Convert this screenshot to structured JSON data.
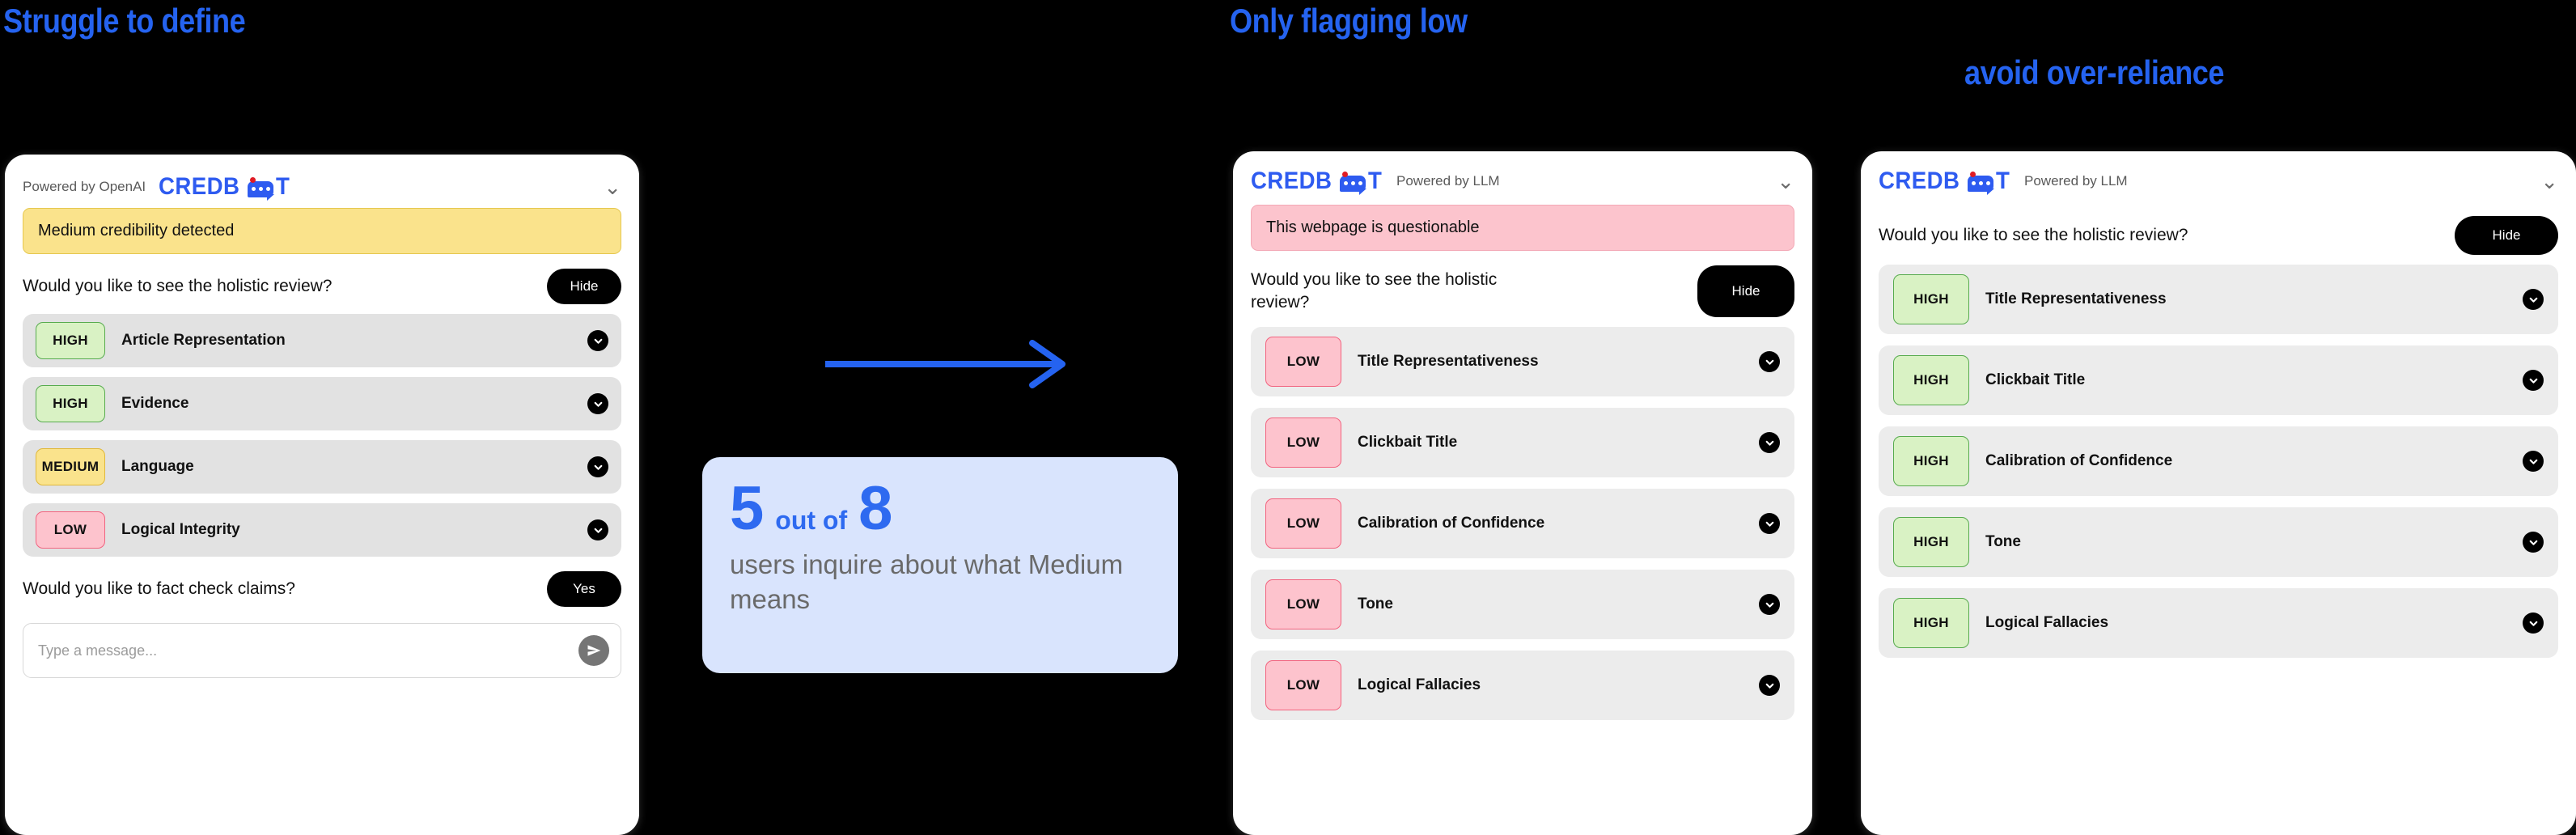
{
  "annotations": [
    {
      "id": "annot-1",
      "text": "Struggle to define"
    },
    {
      "id": "annot-2",
      "text": "Only flagging low"
    },
    {
      "id": "annot-3",
      "text": "avoid over-reliance"
    }
  ],
  "colors": {
    "accent_blue": "#2563f0",
    "logo_blue": "#2e5bf0",
    "high_bg": "#d9f2c4",
    "high_border": "#57ab4e",
    "medium_bg": "#fae38c",
    "medium_border": "#e0b83a",
    "low_bg": "#fdc3cd",
    "low_border": "#f2637f",
    "row_bg": "#e2e2e2",
    "stat_card_bg": "#d9e4fd",
    "page_bg": "#000000"
  },
  "icons": {
    "chevron_down": "⌄",
    "chevron_down_circle": "❯",
    "send": "send-icon",
    "logo_glyph": "robot-chat-bubble-icon"
  },
  "panel1": {
    "logo_text_left": "CREDB",
    "logo_text_right": "T",
    "powered_by": "Powered by OpenAI",
    "powered_underline": false,
    "alert": {
      "text": "Medium credibility detected",
      "level": "medium"
    },
    "question": "Would you like to see the holistic review?",
    "question_button": "Hide",
    "rows": [
      {
        "badge": "HIGH",
        "level": "high",
        "label": "Article Representation"
      },
      {
        "badge": "HIGH",
        "level": "high",
        "label": "Evidence"
      },
      {
        "badge": "MEDIUM",
        "level": "medium",
        "label": "Language"
      },
      {
        "badge": "LOW",
        "level": "low",
        "label": "Logical Integrity"
      }
    ],
    "followup_question": "Would you like to fact check claims?",
    "followup_button": "Yes",
    "chat_placeholder": "Type a message..."
  },
  "panel2": {
    "logo_text_left": "CREDB",
    "logo_text_right": "T",
    "powered_by_prefix": "Powered by ",
    "powered_by_link": "LLM",
    "alert": {
      "text": "This webpage is questionable",
      "level": "low"
    },
    "question": "Would you like to see the holistic review?",
    "question_button": "Hide",
    "rows": [
      {
        "badge": "LOW",
        "level": "low",
        "label": "Title Representativeness"
      },
      {
        "badge": "LOW",
        "level": "low",
        "label": "Clickbait Title"
      },
      {
        "badge": "LOW",
        "level": "low",
        "label": "Calibration of Confidence"
      },
      {
        "badge": "LOW",
        "level": "low",
        "label": "Tone"
      },
      {
        "badge": "LOW",
        "level": "low",
        "label": "Logical Fallacies"
      }
    ]
  },
  "panel3": {
    "logo_text_left": "CREDB",
    "logo_text_right": "T",
    "powered_by": "Powered by LLM",
    "powered_underline": false,
    "question": "Would you like to see the holistic review?",
    "question_button": "Hide",
    "rows": [
      {
        "badge": "HIGH",
        "level": "high",
        "label": "Title Representativeness"
      },
      {
        "badge": "HIGH",
        "level": "high",
        "label": "Clickbait Title"
      },
      {
        "badge": "HIGH",
        "level": "high",
        "label": "Calibration of Confidence"
      },
      {
        "badge": "HIGH",
        "level": "high",
        "label": "Tone"
      },
      {
        "badge": "HIGH",
        "level": "high",
        "label": "Logical Fallacies"
      }
    ]
  },
  "stat_card": {
    "numerator": "5",
    "out_of": "out of",
    "denominator": "8",
    "body": "users inquire about what Medium means"
  }
}
